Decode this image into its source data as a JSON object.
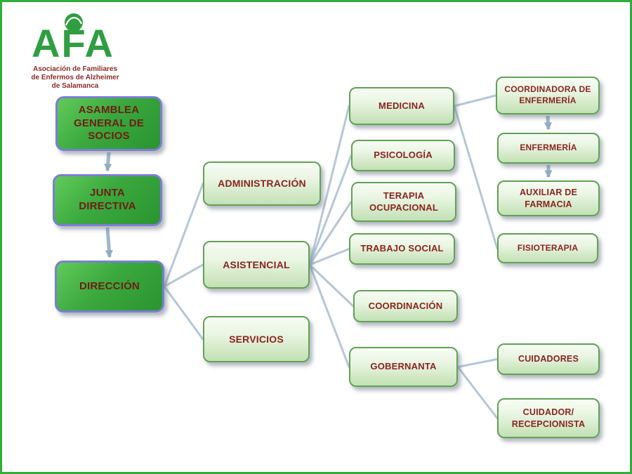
{
  "logo": {
    "acronym": "AFA",
    "caption_line1": "Asociación de Familiares",
    "caption_line2": "de Enfermos de Alzheimer",
    "caption_line3": "de Salamanca"
  },
  "colors": {
    "page_border": "#2fae38",
    "dark_node_fill": "#3aa93e",
    "dark_node_border": "#7b7ed2",
    "light_node_border": "#61a156",
    "dark_node_text": "#6f1d13",
    "light_node_text": "#8b2420",
    "connector": "#b5c7d7",
    "logo_green": "#2f9e41",
    "logo_caption_red": "#8b2a2a"
  },
  "nodes": {
    "asamblea": "ASAMBLEA GENERAL DE SOCIOS",
    "junta": "JUNTA DIRECTIVA",
    "direccion": "DIRECCIÓN",
    "administracion": "ADMINISTRACIÓN",
    "asistencial": "ASISTENCIAL",
    "servicios": "SERVICIOS",
    "medicina": "MEDICINA",
    "psicologia": "PSICOLOGÍA",
    "terapia_ocupacional": "TERAPIA OCUPACIONAL",
    "trabajo_social": "TRABAJO SOCIAL",
    "coordinacion": "COORDINACIÓN",
    "gobernanta": "GOBERNANTA",
    "coordinadora_enfermeria": "COORDINADORA DE ENFERMERÍA",
    "enfermeria": "ENFERMERÍA",
    "auxiliar_farmacia": "AUXILIAR DE FARMACIA",
    "fisioterapia": "FISIOTERAPIA",
    "cuidadores": "CUIDADORES",
    "cuidador_recepcionista": "CUIDADOR/ RECEPCIONISTA"
  },
  "edges": [
    {
      "from": "asamblea",
      "to": "junta",
      "dir": "v"
    },
    {
      "from": "junta",
      "to": "direccion",
      "dir": "v"
    },
    {
      "from": "direccion",
      "to": "administracion",
      "dir": "h"
    },
    {
      "from": "direccion",
      "to": "asistencial",
      "dir": "h"
    },
    {
      "from": "direccion",
      "to": "servicios",
      "dir": "h"
    },
    {
      "from": "asistencial",
      "to": "medicina",
      "dir": "h"
    },
    {
      "from": "asistencial",
      "to": "psicologia",
      "dir": "h"
    },
    {
      "from": "asistencial",
      "to": "terapia_ocupacional",
      "dir": "h"
    },
    {
      "from": "asistencial",
      "to": "trabajo_social",
      "dir": "h"
    },
    {
      "from": "asistencial",
      "to": "coordinacion",
      "dir": "h"
    },
    {
      "from": "asistencial",
      "to": "gobernanta",
      "dir": "h"
    },
    {
      "from": "medicina",
      "to": "coordinadora_enfermeria",
      "dir": "h"
    },
    {
      "from": "medicina",
      "to": "fisioterapia",
      "dir": "h"
    },
    {
      "from": "coordinadora_enfermeria",
      "to": "enfermeria",
      "dir": "v"
    },
    {
      "from": "enfermeria",
      "to": "auxiliar_farmacia",
      "dir": "v"
    },
    {
      "from": "gobernanta",
      "to": "cuidadores",
      "dir": "h"
    },
    {
      "from": "gobernanta",
      "to": "cuidador_recepcionista",
      "dir": "h"
    }
  ]
}
